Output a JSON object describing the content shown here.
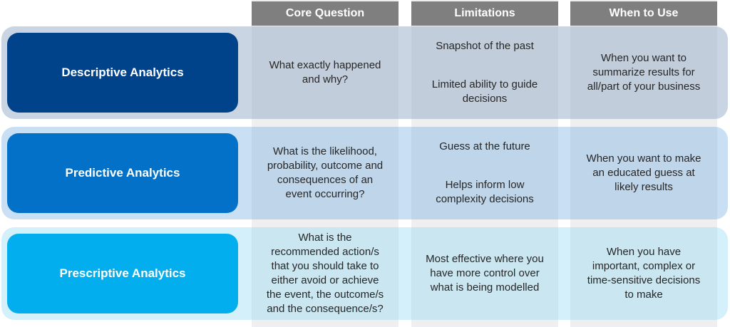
{
  "columns": [
    "Core Question",
    "Limitations",
    "When to Use"
  ],
  "colors": {
    "descriptive": "#01438a",
    "predictive": "#0271c7",
    "prescriptive": "#03aeef",
    "header": "#7f7f7f"
  },
  "rows": [
    {
      "title": "Descriptive Analytics",
      "core_question": [
        "What exactly happened",
        "and why?"
      ],
      "limitations": [
        [
          "Snapshot of the past"
        ],
        [
          "Limited ability to guide",
          "decisions"
        ]
      ],
      "when_to_use": [
        "When you want to",
        "summarize results for",
        "all/part of your business"
      ]
    },
    {
      "title": "Predictive Analytics",
      "core_question": [
        "What is the likelihood,",
        "probability, outcome and",
        "consequences of an",
        "event occurring?"
      ],
      "limitations": [
        [
          "Guess at the future"
        ],
        [
          "Helps inform low",
          "complexity decisions"
        ]
      ],
      "when_to_use": [
        "When you want to make",
        "an educated guess at",
        "likely results"
      ]
    },
    {
      "title": "Prescriptive Analytics",
      "core_question": [
        "What is the",
        "recommended action/s",
        "that you should take to",
        "either avoid or achieve",
        "the event, the outcome/s",
        "and the consequence/s?"
      ],
      "limitations": [
        [
          "Most effective where you",
          "have more control over",
          "what is being modelled"
        ]
      ],
      "when_to_use": [
        "When you have",
        "important, complex or",
        "time-sensitive decisions",
        "to make"
      ]
    }
  ]
}
